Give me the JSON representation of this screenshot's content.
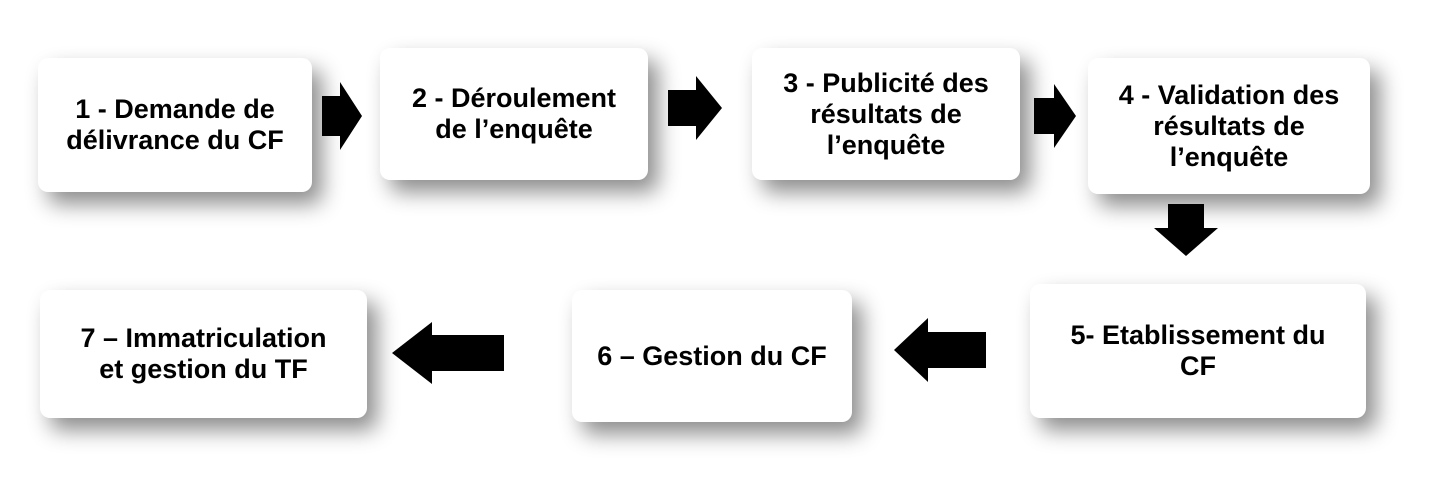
{
  "steps": [
    {
      "label": "1 -  Demande de\ndélivrance du CF"
    },
    {
      "label": "2 -  Déroulement\nde l’enquête"
    },
    {
      "label": "3 - Publicité des\nrésultats de\nl’enquête"
    },
    {
      "label": "4 - Validation des\nrésultats de\nl’enquête"
    },
    {
      "label": "5-  Etablissement du\nCF"
    },
    {
      "label": "6 – Gestion du CF"
    },
    {
      "label": "7 – Immatriculation\net gestion du TF"
    }
  ],
  "colors": {
    "arrow": "#000000",
    "box": "#ffffff",
    "text": "#000000"
  }
}
